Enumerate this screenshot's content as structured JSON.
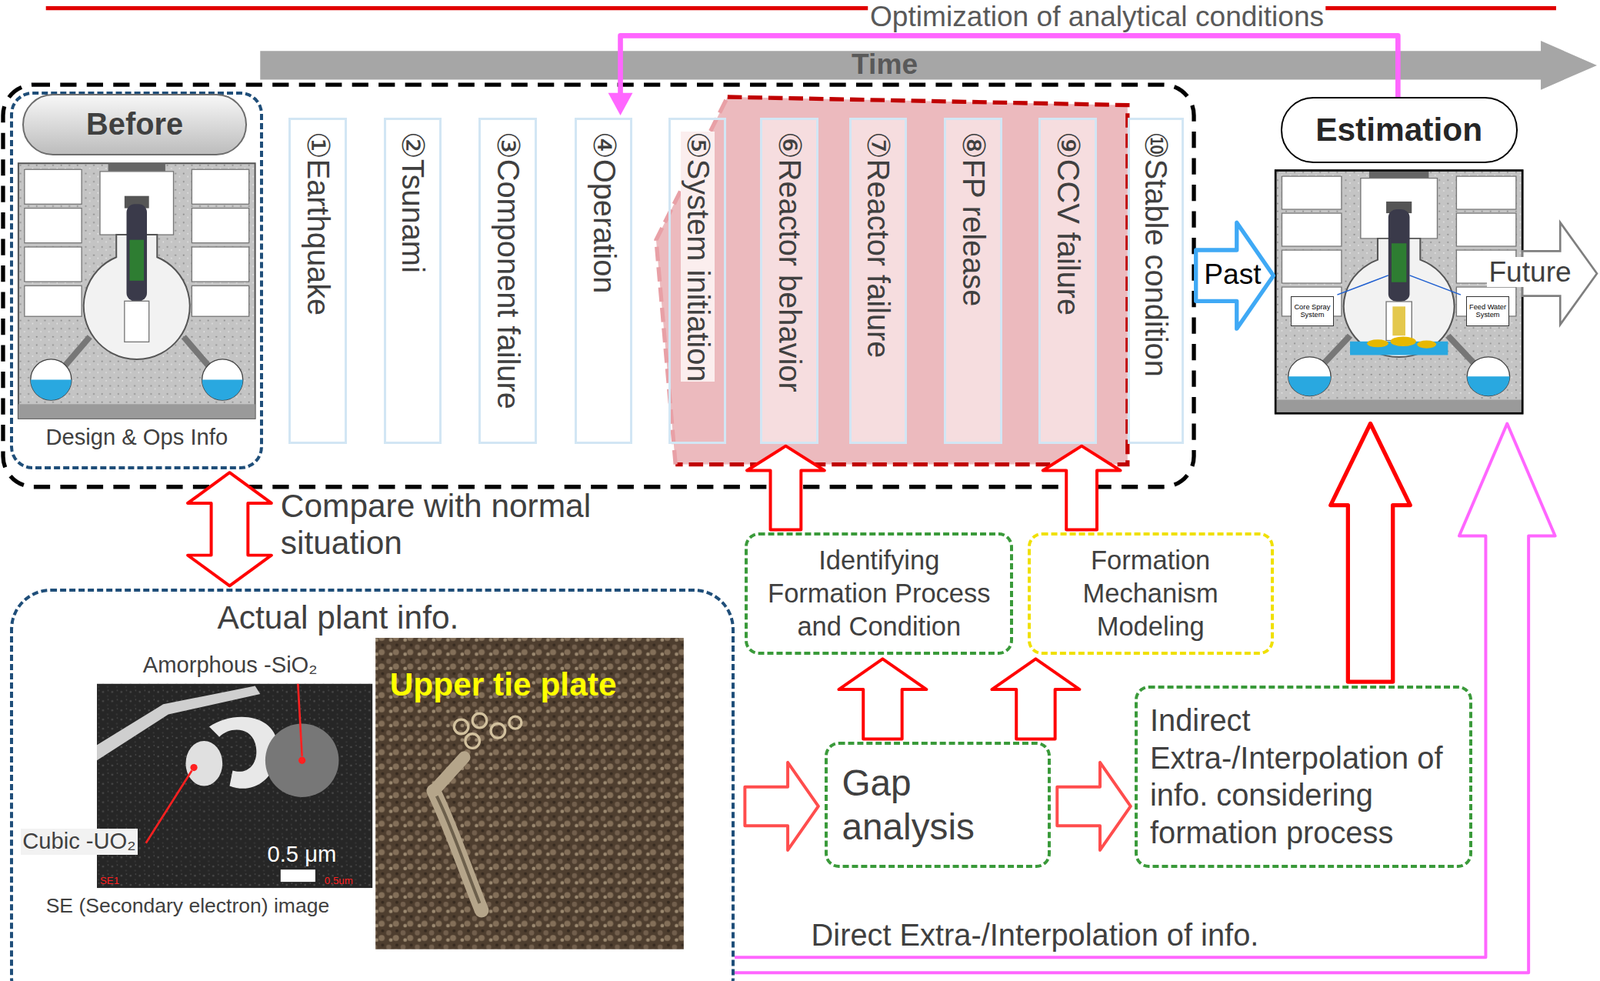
{
  "diagram": {
    "nodes": [
      {
        "text": [
          "Before",
          "Design & Ops Info"
        ]
      },
      {
        "text": [
          "①Earthquake"
        ]
      },
      {
        "text": [
          "②Tsunami"
        ]
      },
      {
        "text": [
          "③Component failure"
        ]
      },
      {
        "text": [
          "④Operation"
        ]
      },
      {
        "text": [
          "⑤System initiation"
        ]
      },
      {
        "text": [
          "⑥Reactor behavior"
        ]
      },
      {
        "text": [
          "⑦Reactor failure"
        ]
      },
      {
        "text": [
          "⑧FP release"
        ]
      },
      {
        "text": [
          "⑨CCV failure"
        ]
      },
      {
        "text": [
          "⑩Stable condition"
        ]
      },
      {
        "text": [
          "Estimation"
        ]
      },
      {
        "text": [
          "Core Spray System"
        ],
        "in": 11
      },
      {
        "text": [
          "Feed Water System"
        ],
        "in": 11
      },
      {
        "text": [
          "Actual plant info."
        ]
      },
      {
        "text": [
          "Amorphous -SiO₂",
          "Cubic -UO₂",
          "0.5 μm",
          "SE (Secondary electron) image"
        ],
        "in": 14
      },
      {
        "text": [
          "Upper tie plate"
        ],
        "in": 14
      },
      {
        "text": [
          "Identifying Formation Process and Condition"
        ]
      },
      {
        "text": [
          "Formation Mechanism Modeling"
        ]
      },
      {
        "text": [
          "Gap analysis"
        ]
      },
      {
        "text": [
          "Indirect Extra-/Interpolation of info. considering formation process"
        ]
      }
    ],
    "edges": [
      {
        "from": 0,
        "to": 14,
        "arrow": "both",
        "label": "Compare with normal situation"
      },
      {
        "from": 10,
        "to": 11,
        "arrow": "to",
        "label": "Past"
      },
      {
        "from": 11,
        "to": 4,
        "arrow": "to",
        "label": "Optimization of analytical conditions"
      },
      {
        "from": 14,
        "to": 19,
        "arrow": "to"
      },
      {
        "from": 19,
        "to": 17,
        "arrow": "to"
      },
      {
        "from": 19,
        "to": 18,
        "arrow": "to"
      },
      {
        "from": 19,
        "to": 20,
        "arrow": "to"
      },
      {
        "from": 17,
        "to": 6,
        "arrow": "to"
      },
      {
        "from": 18,
        "to": 9,
        "arrow": "to"
      },
      {
        "from": 20,
        "to": 11,
        "arrow": "to"
      },
      {
        "from": 14,
        "to": 11,
        "arrow": "to",
        "label": "Direct Extra-/Interpolation of info."
      }
    ],
    "labels": [
      "Time",
      "Future",
      "SE1",
      "0.5um"
    ]
  }
}
